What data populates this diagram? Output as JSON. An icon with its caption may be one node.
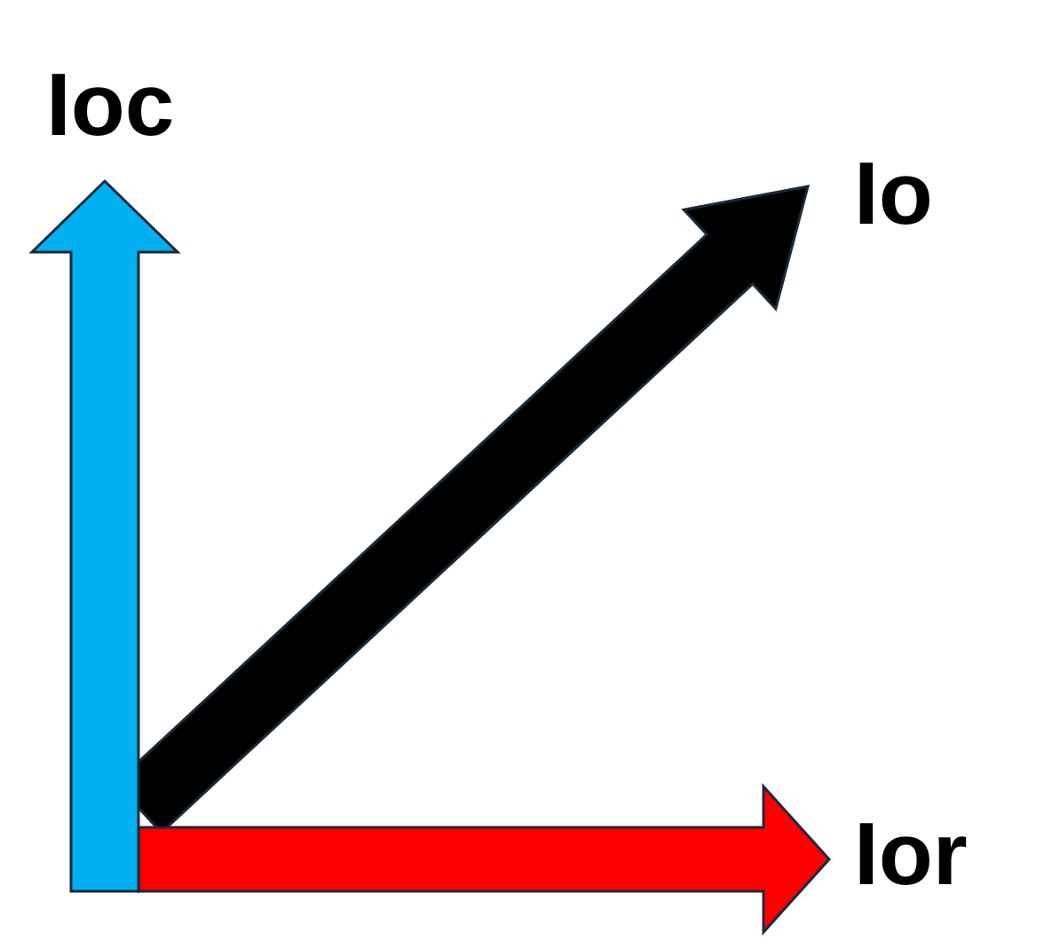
{
  "diagram": {
    "labels": [
      "Ioc",
      "Io",
      "Ior"
    ]
  }
}
